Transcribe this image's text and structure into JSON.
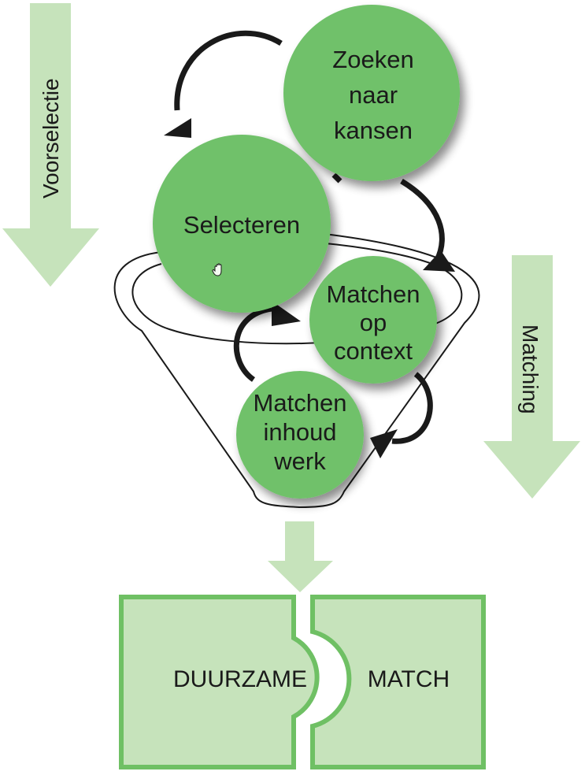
{
  "colors": {
    "node_fill": "#70c16b",
    "light_green": "#c6e3bb",
    "border_green": "#6fc064",
    "stroke": "#1a1a1a",
    "text": "#1a1a1a"
  },
  "side_arrows": {
    "left": {
      "label": "Voorselectie"
    },
    "right": {
      "label": "Matching"
    }
  },
  "nodes": {
    "zoeken": {
      "lines": [
        "Zoeken",
        "naar",
        "kansen"
      ]
    },
    "selecteren": {
      "lines": [
        "Selecteren"
      ]
    },
    "matchen_context": {
      "lines": [
        "Matchen",
        "op",
        "context"
      ]
    },
    "matchen_inhoud": {
      "lines": [
        "Matchen",
        "inhoud",
        "werk"
      ]
    }
  },
  "result": {
    "left_piece": "DUURZAME",
    "right_piece": "MATCH"
  },
  "cursor": {
    "icon": "hand-cursor-icon"
  }
}
